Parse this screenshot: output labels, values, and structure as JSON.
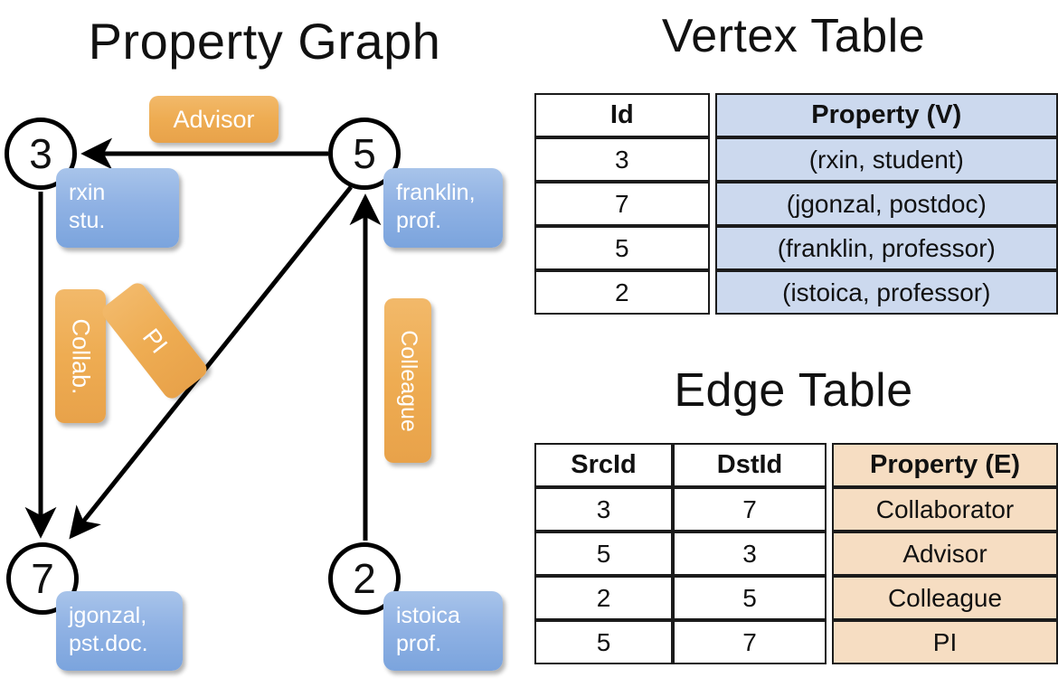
{
  "panels": {
    "graph_title": "Property Graph",
    "vertex_title": "Vertex Table",
    "edge_title": "Edge Table"
  },
  "colors": {
    "vertex_box_fill": "#90b2e4",
    "edge_label_fill": "#eeac52",
    "vertex_table_prop_fill": "#ccd9ee",
    "edge_table_prop_fill": "#f6ddc2",
    "stroke": "#000000",
    "background": "#ffffff"
  },
  "graph": {
    "nodes": [
      {
        "id": "3",
        "name": "rxin",
        "role": "stu."
      },
      {
        "id": "5",
        "name": "franklin,",
        "role": "prof."
      },
      {
        "id": "7",
        "name": "jgonzal,",
        "role": "pst.doc."
      },
      {
        "id": "2",
        "name": "istoica",
        "role": "prof."
      }
    ],
    "edge_labels": [
      {
        "key": "advisor",
        "text": "Advisor"
      },
      {
        "key": "collab",
        "text": "Collab."
      },
      {
        "key": "pi",
        "text": "PI"
      },
      {
        "key": "colleague",
        "text": "Colleague"
      }
    ],
    "edges": [
      {
        "from": "5",
        "to": "3",
        "label": "Advisor"
      },
      {
        "from": "3",
        "to": "7",
        "label": "Collab."
      },
      {
        "from": "5",
        "to": "7",
        "label": "PI"
      },
      {
        "from": "2",
        "to": "5",
        "label": "Colleague"
      }
    ]
  },
  "vertex_table": {
    "headers": [
      "Id",
      "Property (V)"
    ],
    "rows": [
      {
        "id": "3",
        "property": "(rxin, student)"
      },
      {
        "id": "7",
        "property": "(jgonzal, postdoc)"
      },
      {
        "id": "5",
        "property": "(franklin, professor)"
      },
      {
        "id": "2",
        "property": "(istoica, professor)"
      }
    ]
  },
  "edge_table": {
    "headers": [
      "SrcId",
      "DstId",
      "Property (E)"
    ],
    "rows": [
      {
        "src": "3",
        "dst": "7",
        "property": "Collaborator"
      },
      {
        "src": "5",
        "dst": "3",
        "property": "Advisor"
      },
      {
        "src": "2",
        "dst": "5",
        "property": "Colleague"
      },
      {
        "src": "5",
        "dst": "7",
        "property": "PI"
      }
    ]
  }
}
